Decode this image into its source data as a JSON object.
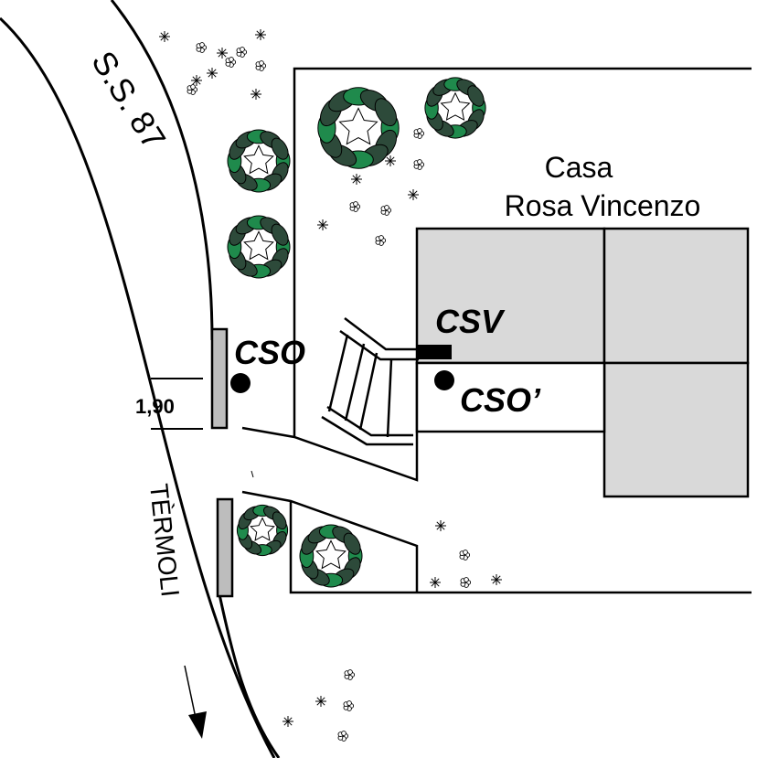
{
  "map": {
    "road_name": "S.S. 87",
    "direction_label": "TÈRMOLI",
    "building_label_line1": "Casa",
    "building_label_line2": "Rosa Vincenzo",
    "width_measure": "1,90",
    "points": {
      "cso": "CSO",
      "cso_prime": "CSO’",
      "csv": "CSV"
    }
  },
  "colors": {
    "line": "#000000",
    "building_fill": "#d9d9d9",
    "post_fill": "#bdbdbd",
    "tree_dark": "#2d4a3a",
    "tree_green": "#1f8a4c",
    "background": "#ffffff"
  }
}
